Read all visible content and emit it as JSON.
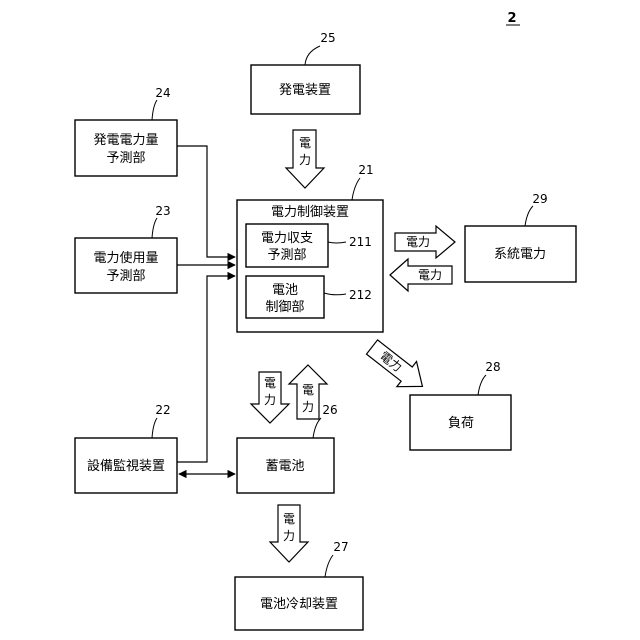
{
  "figure_number": "2",
  "blocks": {
    "power_generation_device": {
      "ref": "25",
      "label": "発電装置"
    },
    "generation_forecast": {
      "ref": "24",
      "label1": "発電電力量",
      "label2": "予測部"
    },
    "usage_forecast": {
      "ref": "23",
      "label1": "電力使用量",
      "label2": "予測部"
    },
    "equipment_monitor": {
      "ref": "22",
      "label": "設備監視装置"
    },
    "power_control_device": {
      "ref": "21",
      "label": "電力制御装置",
      "balance_forecast": {
        "ref": "211",
        "label1": "電力収支",
        "label2": "予測部"
      },
      "battery_control": {
        "ref": "212",
        "label1": "電池",
        "label2": "制御部"
      }
    },
    "grid_power": {
      "ref": "29",
      "label": "系統電力"
    },
    "load": {
      "ref": "28",
      "label": "負荷"
    },
    "storage_battery": {
      "ref": "26",
      "label": "蓄電池"
    },
    "battery_cooling": {
      "ref": "27",
      "label": "電池冷却装置"
    }
  },
  "arrows": {
    "power_char1": "電",
    "power_char2": "力",
    "power_word": "電力"
  }
}
